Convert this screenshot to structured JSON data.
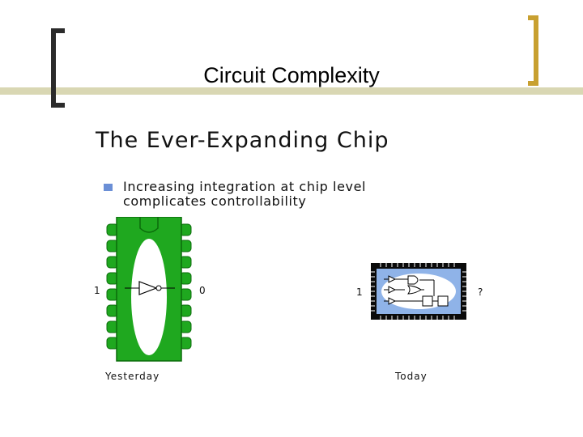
{
  "slide": {
    "title": "Circuit Complexity",
    "subtitle": "The Ever-Expanding Chip",
    "bullet": {
      "line1": "Increasing integration at chip level",
      "line2": "complicates controllability"
    },
    "left_chip": {
      "caption": "Yesterday",
      "input_label": "1",
      "output_label": "0"
    },
    "right_chip": {
      "caption": "Today",
      "input_label": "1",
      "output_label": "?"
    }
  },
  "colors": {
    "bracket_gold": "#C8A030",
    "bracket_dark": "#2B2B2B",
    "rule_olive": "#D9D7B3",
    "bullet_blue": "#6B8FD6",
    "chip_green": "#1FA81F",
    "chip_dark_green": "#0B6B0B",
    "oval_blue": "#8FB3E8"
  }
}
